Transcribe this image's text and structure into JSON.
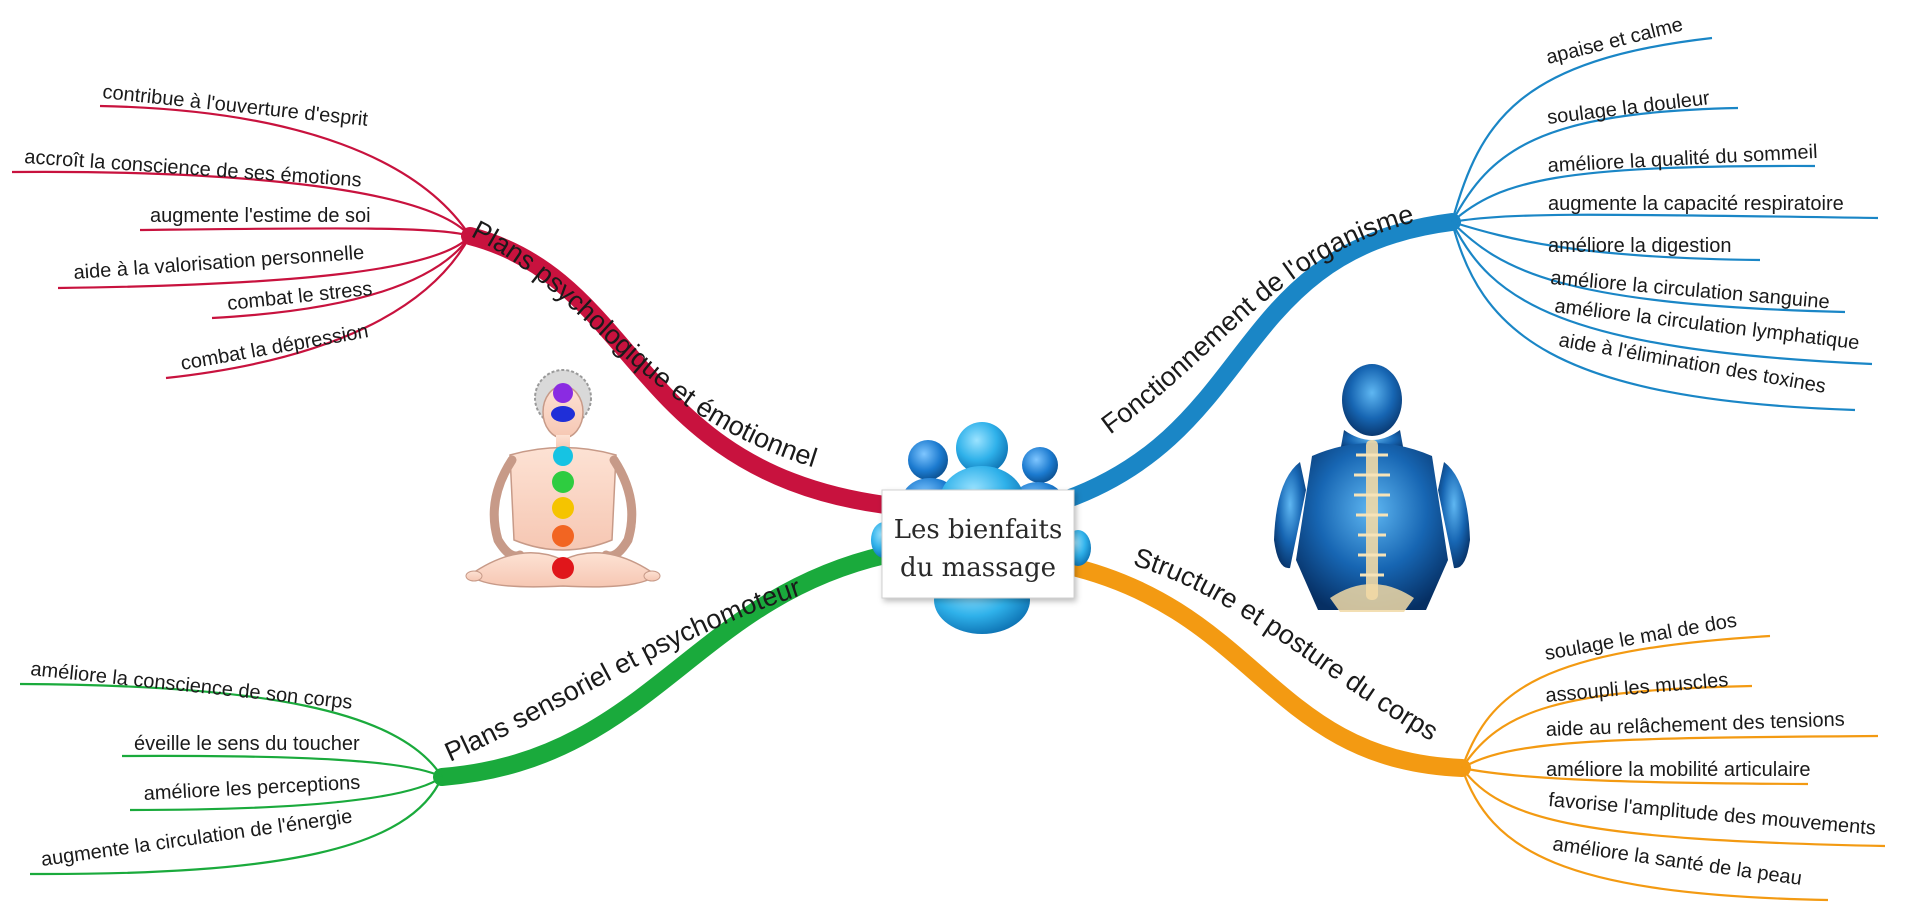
{
  "center": {
    "line1": "Les bienfaits",
    "line2": "du massage"
  },
  "branches": {
    "psy": {
      "label": "Plans psychologique et émotionnel",
      "color": "#c8123e",
      "items": [
        "contribue à l'ouverture d'esprit",
        "accroît la conscience de ses émotions",
        "augmente l'estime de soi",
        "aide à la valorisation personnelle",
        "combat le stress",
        "combat la dépression"
      ]
    },
    "org": {
      "label": "Fonctionnement de l'organisme",
      "color": "#1a86c6",
      "items": [
        "apaise et calme",
        "soulage la douleur",
        "améliore la qualité du sommeil",
        "augmente la capacité respiratoire",
        "améliore la digestion",
        "améliore la circulation sanguine",
        "améliore la circulation lymphatique",
        "aide à l'élimination des toxines"
      ]
    },
    "sens": {
      "label": "Plans sensoriel et psychomoteur",
      "color": "#1aaa3c",
      "items": [
        "améliore la conscience de son corps",
        "éveille le sens du toucher",
        "améliore les perceptions",
        "augmente la circulation de l'énergie"
      ]
    },
    "struct": {
      "label": "Structure et posture du corps",
      "color": "#f39a12",
      "items": [
        "soulage le mal de dos",
        "assoupli les muscles",
        "aide au relâchement des tensions",
        "améliore la mobilité articulaire",
        "favorise l'amplitude des mouvements",
        "améliore la santé de la peau"
      ]
    }
  },
  "illustrations": {
    "meditation": "meditating-figure-with-chakras",
    "spine": "human-back-with-spine",
    "people": "people-group-icon"
  }
}
